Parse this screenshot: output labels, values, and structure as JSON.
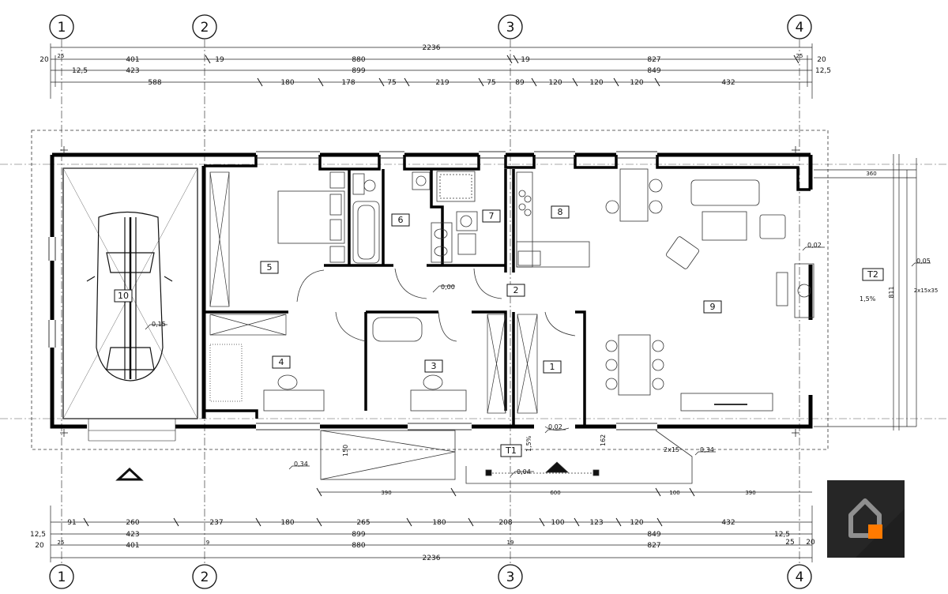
{
  "axes": [
    "1",
    "2",
    "3",
    "4"
  ],
  "dimensions": {
    "top": {
      "total": "2236",
      "row1": [
        "20",
        "25",
        "401",
        "19",
        "880",
        "19",
        "827",
        "25",
        "20"
      ],
      "row2": [
        "12,5",
        "423",
        "899",
        "849",
        "12,5"
      ],
      "row3": [
        "588",
        "180",
        "178",
        "75",
        "219",
        "75",
        "89",
        "120",
        "120",
        "120",
        "432"
      ]
    },
    "bottom": {
      "row0": [
        "390",
        "600",
        "100",
        "390"
      ],
      "row1": [
        "91",
        "260",
        "237",
        "180",
        "265",
        "180",
        "208",
        "100",
        "123",
        "120",
        "432"
      ],
      "row2": [
        "12,5",
        "423",
        "899",
        "849",
        "12,5"
      ],
      "row3": [
        "20",
        "25",
        "401",
        "9",
        "880",
        "19",
        "827",
        "25",
        "20"
      ],
      "total": "2236"
    },
    "right": [
      "360",
      "811",
      "2x15x35"
    ],
    "misc": [
      "150",
      "162",
      "2x15"
    ]
  },
  "rooms": [
    "1",
    "2",
    "3",
    "4",
    "5",
    "6",
    "7",
    "8",
    "9",
    "10"
  ],
  "terraces": [
    "T1",
    "T2"
  ],
  "levels": [
    "0,00",
    "0,02",
    "0,02",
    "0,04",
    "0,05",
    "0,15",
    "0,34",
    "0,34"
  ],
  "slopes": [
    "1,5%",
    "1,5%"
  ],
  "colors": {
    "wall": "#000000",
    "line": "#222222",
    "logo_bg": "#262626",
    "logo_house": "#8f8f8f",
    "logo_accent": "#ff7a00"
  },
  "icons": [
    "house-logo-icon",
    "north-arrow-icon"
  ]
}
